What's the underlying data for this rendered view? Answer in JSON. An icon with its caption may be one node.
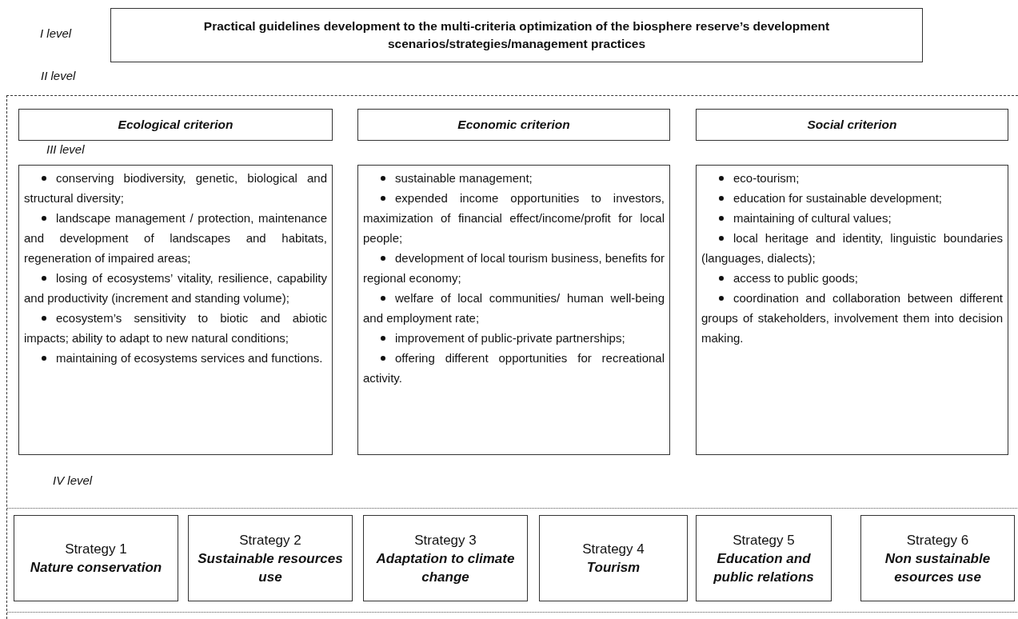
{
  "diagram": {
    "nodes": [
      {
        "text": [
          "Practical guidelines development to the multi-criteria optimization of the biosphere reserve’s development scenarios/strategies/management practices"
        ],
        "beside": [
          "I level"
        ]
      },
      {
        "text": [
          "II level"
        ]
      },
      {
        "text": [
          "Ecological criterion"
        ],
        "in": 1
      },
      {
        "text": [
          "Economic criterion"
        ],
        "in": 1
      },
      {
        "text": [
          "Social criterion"
        ],
        "in": 1
      },
      {
        "text": [
          "conserving biodiversity, genetic, biological and structural diversity;",
          "landscape management / protection, maintenance and development of landscapes and habitats, regeneration of impaired areas;",
          "losing of ecosystems’ vitality, resilience, capability and productivity (increment and standing volume);",
          "ecosystem’s sensitivity to biotic and abiotic impacts; ability to adapt to new natural conditions;",
          "maintaining of ecosystems services and functions."
        ],
        "in": 1
      },
      {
        "text": [
          "sustainable management;",
          "expended income opportunities to investors, maximization of financial effect/income/profit for local people;",
          "development of local tourism business, benefits for regional economy;",
          "welfare of local communities/ human well-being and employment rate;",
          "improvement of public-private partnerships;",
          "offering different opportunities for recreational activity."
        ],
        "in": 1
      },
      {
        "text": [
          "eco-tourism;",
          "education for sustainable development;",
          "maintaining of cultural values;",
          "local heritage and identity, linguistic boundaries (languages, dialects);",
          "access to public goods;",
          "coordination and collaboration between different groups of stakeholders, involvement them into decision making."
        ],
        "in": 1
      },
      {
        "text": [
          "IV level"
        ],
        "in": 1
      },
      {
        "text": [
          "Strategy 1",
          "Nature conservation"
        ],
        "in": 8
      },
      {
        "text": [
          "Strategy 2",
          "Sustainable resources use"
        ],
        "in": 8
      },
      {
        "text": [
          "Strategy 3",
          "Adaptation to climate change"
        ],
        "in": 8
      },
      {
        "text": [
          "Strategy 4",
          "Tourism"
        ],
        "in": 8
      },
      {
        "text": [
          "Strategy 5",
          "Education and public relations"
        ],
        "in": 8
      },
      {
        "text": [
          "Strategy 6",
          "Non sustainable esources use"
        ],
        "in": 8
      }
    ],
    "labels": [
      "III level"
    ]
  }
}
